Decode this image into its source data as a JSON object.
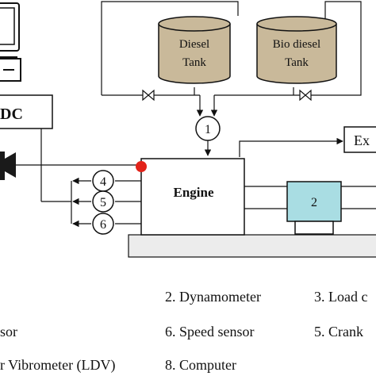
{
  "diagram": {
    "tank_diesel": [
      "Diesel",
      "Tank"
    ],
    "tank_biodiesel": [
      "Bio diesel",
      "Tank"
    ],
    "daq_label": "DC",
    "engine_label": "Engine",
    "dyno_number": "2",
    "fuel_flow_number": "1",
    "sensor_numbers": [
      "4",
      "5",
      "6"
    ],
    "exhaust_label": "Ex",
    "colors": {
      "tank_fill": "#c9b99a",
      "dyno_fill": "#a9dde3",
      "bed_fill": "#ececec",
      "sensor_dot": "#e2231a"
    }
  },
  "legend": {
    "row1": {
      "dynamometer": "2. Dynamometer",
      "load_cell": "3. Load c"
    },
    "row2": {
      "sensor_cut": "sor",
      "speed_sensor": "6. Speed sensor",
      "crank": "5. Crank"
    },
    "row3": {
      "ldv_cut": "r Vibrometer (LDV)",
      "computer": "8. Computer"
    }
  }
}
